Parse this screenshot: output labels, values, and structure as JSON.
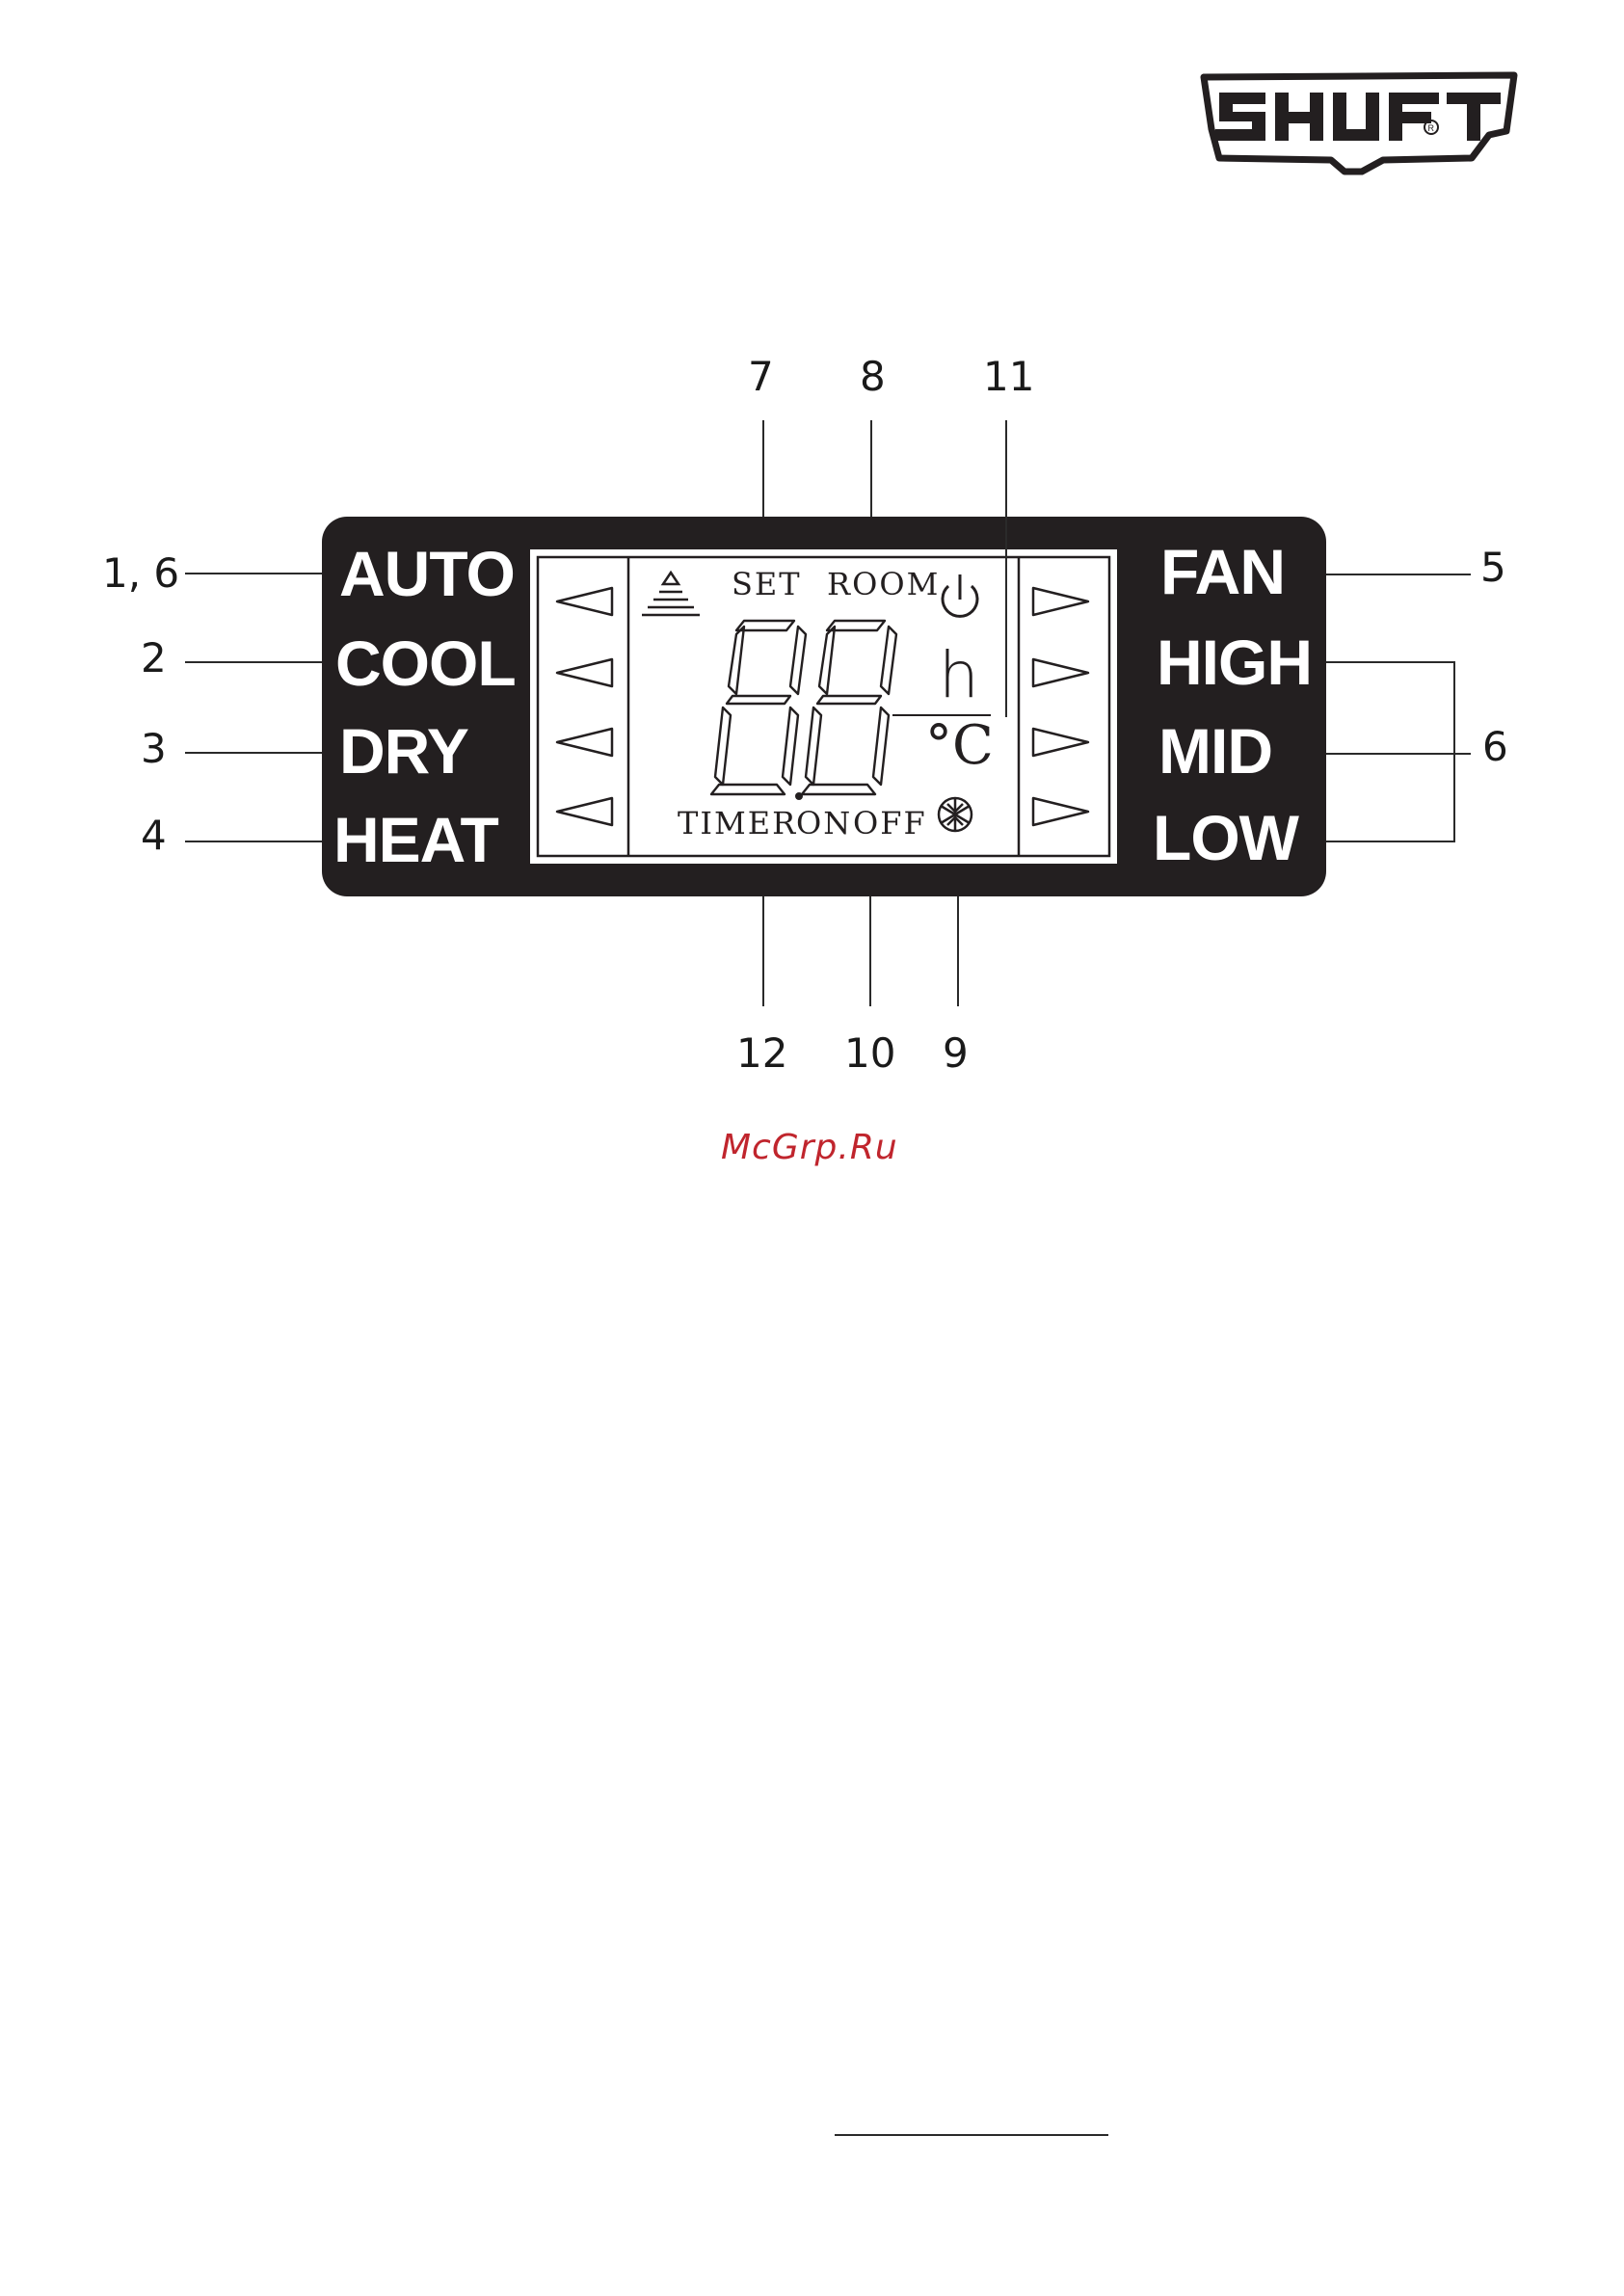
{
  "brand": {
    "logo_text": "SHUFT"
  },
  "callouts": {
    "top": [
      "7",
      "8",
      "11"
    ],
    "bottom": [
      "12",
      "10",
      "9"
    ],
    "left": [
      "1, 6",
      "2",
      "3",
      "4"
    ],
    "right_fan": "5",
    "right_speed": "6"
  },
  "panel": {
    "modes_left": [
      "AUTO",
      "COOL",
      "DRY",
      "HEAT"
    ],
    "modes_right": [
      "FAN",
      "HIGH",
      "MID",
      "LOW"
    ]
  },
  "lcd": {
    "set_label": "SET",
    "room_label": "ROOM",
    "timer_label": "TIMER",
    "on_label": "ON",
    "off_label": "OFF",
    "hour_unit": "h",
    "temp_unit": "°C",
    "digits": "88"
  },
  "watermark": "McGrp.Ru",
  "icons": [
    "power-icon",
    "snowflake-icon",
    "swing-icon",
    "left-arrow-icon",
    "right-arrow-icon"
  ],
  "colors": {
    "panel": "#231f20",
    "watermark": "#c0252d"
  }
}
